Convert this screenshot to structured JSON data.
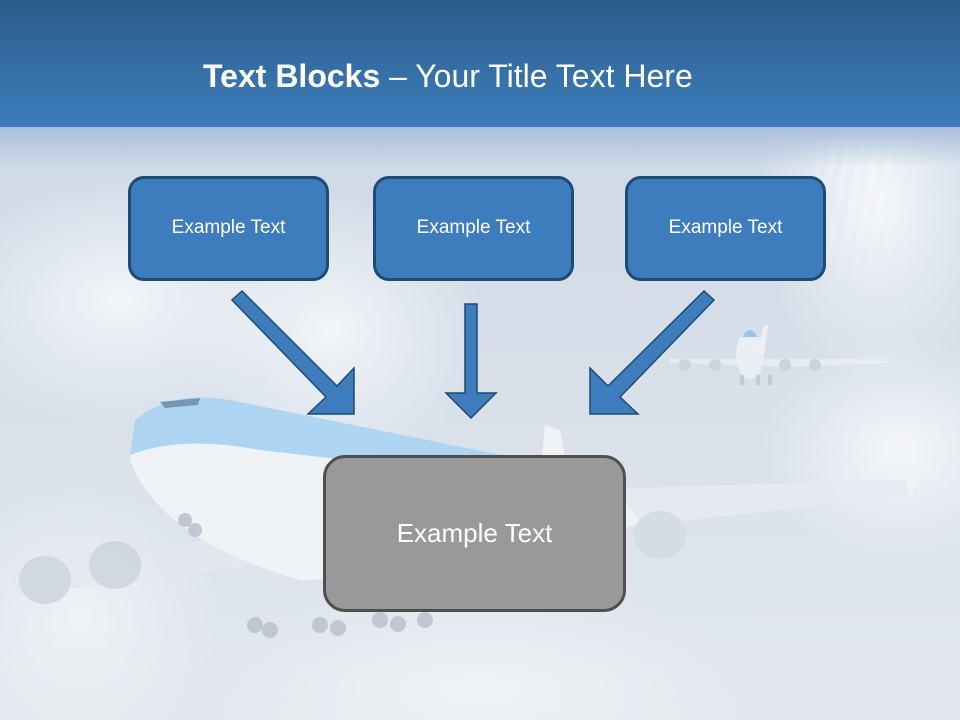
{
  "slide": {
    "title_bold": "Text Blocks",
    "title_dash": " – ",
    "title_rest": "Your Title Text Here",
    "top_boxes": [
      {
        "label": "Example Text"
      },
      {
        "label": "Example Text"
      },
      {
        "label": "Example Text"
      }
    ],
    "center_box": {
      "label": "Example Text"
    },
    "arrows": [
      {
        "direction": "down-right"
      },
      {
        "direction": "down"
      },
      {
        "direction": "down-left"
      }
    ]
  },
  "colors": {
    "banner_top": "#2c5b89",
    "banner_bottom": "#3d7dbb",
    "box_fill": "#3d7dbd",
    "box_border": "#1f4a73",
    "center_fill": "#999999",
    "center_border": "#4f4f4f",
    "arrow_fill": "#3d7dbd",
    "arrow_stroke": "#1f4a73",
    "text": "#ffffff"
  },
  "background": {
    "image": "sky-with-clouds-and-airplanes-icon"
  }
}
